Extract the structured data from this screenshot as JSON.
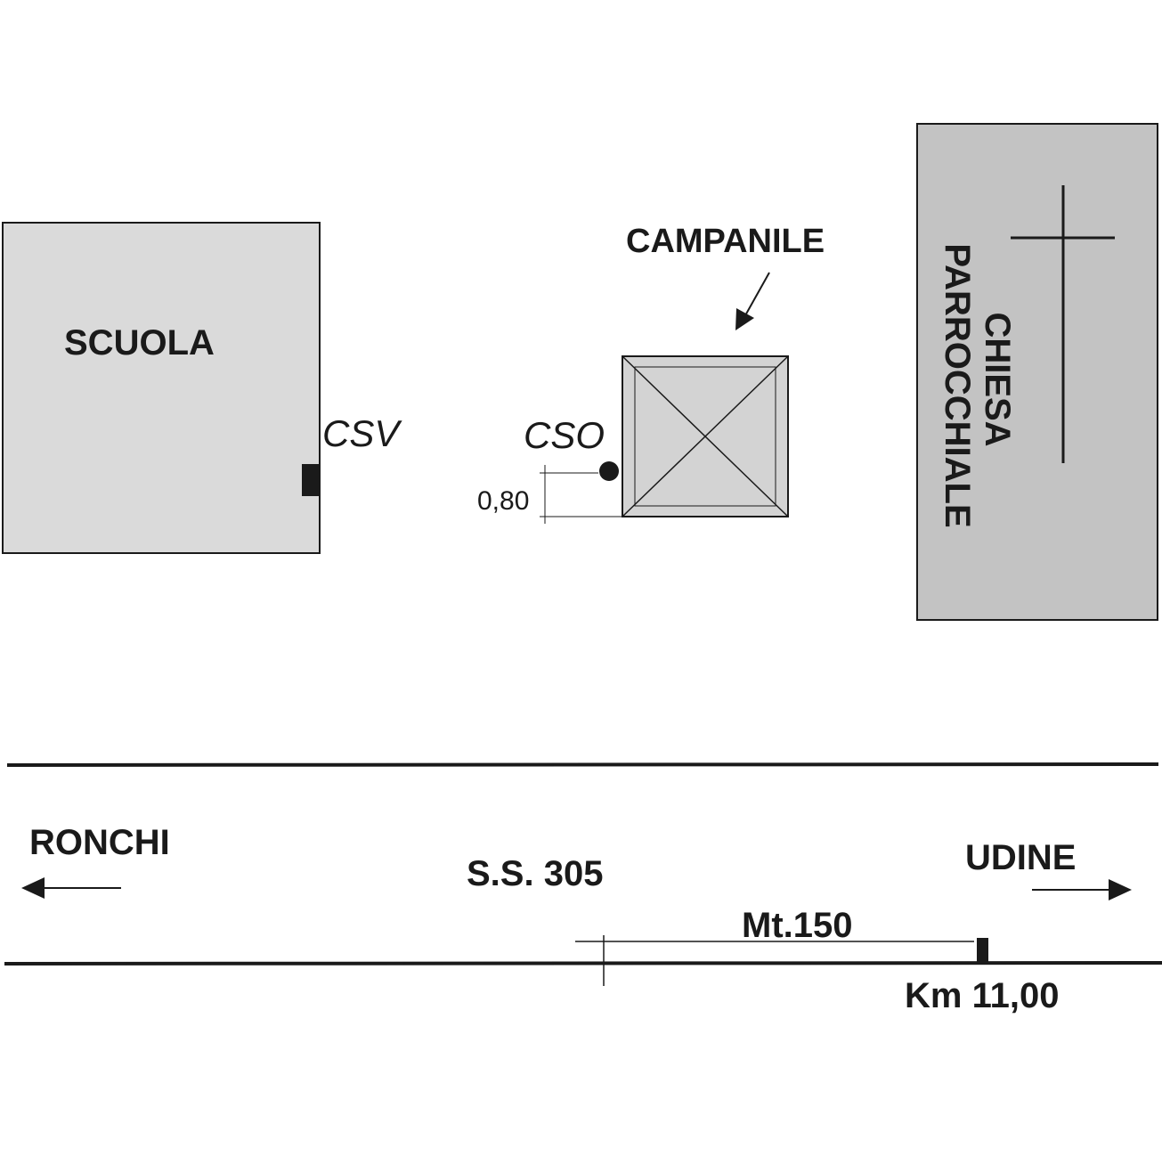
{
  "buildings": {
    "school": {
      "label": "SCUOLA",
      "fill": "#dadada"
    },
    "bell_tower": {
      "label": "CAMPANILE",
      "fill": "#d3d3d3"
    },
    "church": {
      "label_line1": "CHIESA",
      "label_line2": "PARROCCHIALE",
      "fill": "#c3c3c3"
    }
  },
  "markers": {
    "csv": {
      "label": "CSV"
    },
    "cso": {
      "label": "CSO"
    },
    "cso_offset": {
      "label": "0,80"
    }
  },
  "road": {
    "name": "S.S. 305",
    "west_destination": "RONCHI",
    "east_destination": "UDINE",
    "distance_label": "Mt.150",
    "kilometer_marker": "Km 11,00"
  },
  "colors": {
    "ink": "#1a1a1a",
    "background": "#ffffff"
  }
}
